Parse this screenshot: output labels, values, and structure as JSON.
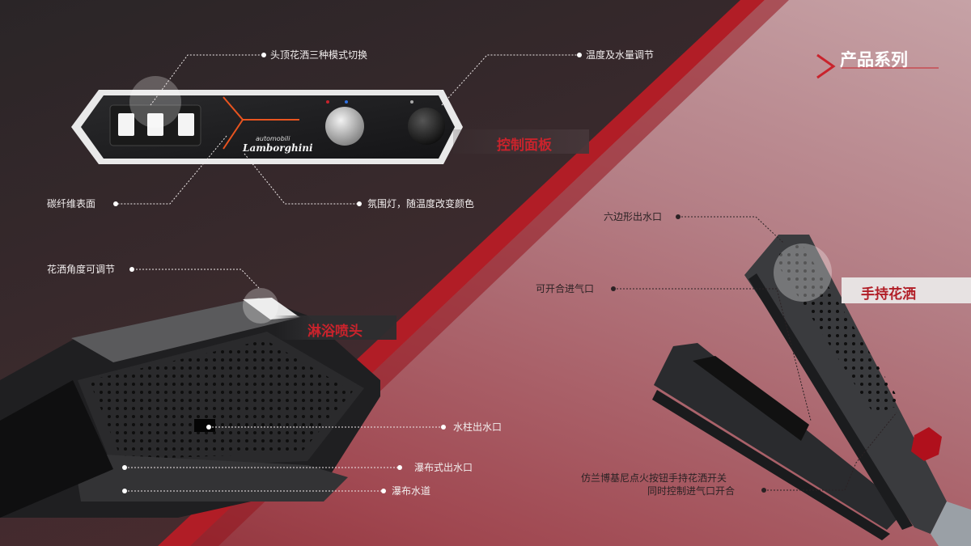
{
  "header": {
    "series_title": "产品系列"
  },
  "control_panel": {
    "title": "控制面板",
    "logo_small": "automobili",
    "logo_main": "Lamborghini",
    "annotations": {
      "mode_switch": "头顶花洒三种模式切换",
      "temp_volume": "温度及水量调节",
      "carbon_surface": "碳纤维表面",
      "ambient_light": "氛围灯，随温度改变颜色"
    }
  },
  "shower_head": {
    "title": "淋浴喷头",
    "annotations": {
      "angle": "花洒角度可调节",
      "column_outlet": "水柱出水口",
      "waterfall_outlet": "瀑布式出水口",
      "waterfall_channel": "瀑布水道"
    }
  },
  "hand_shower": {
    "title": "手持花洒",
    "annotations": {
      "hex_outlet": "六边形出水口",
      "air_inlet": "可开合进气口",
      "switch_line1": "仿兰博基尼点火按钮手持花洒开关",
      "switch_line2": "同时控制进气口开合"
    }
  },
  "colors": {
    "accent": "#c9232c",
    "brand_red": "#b11d26"
  }
}
